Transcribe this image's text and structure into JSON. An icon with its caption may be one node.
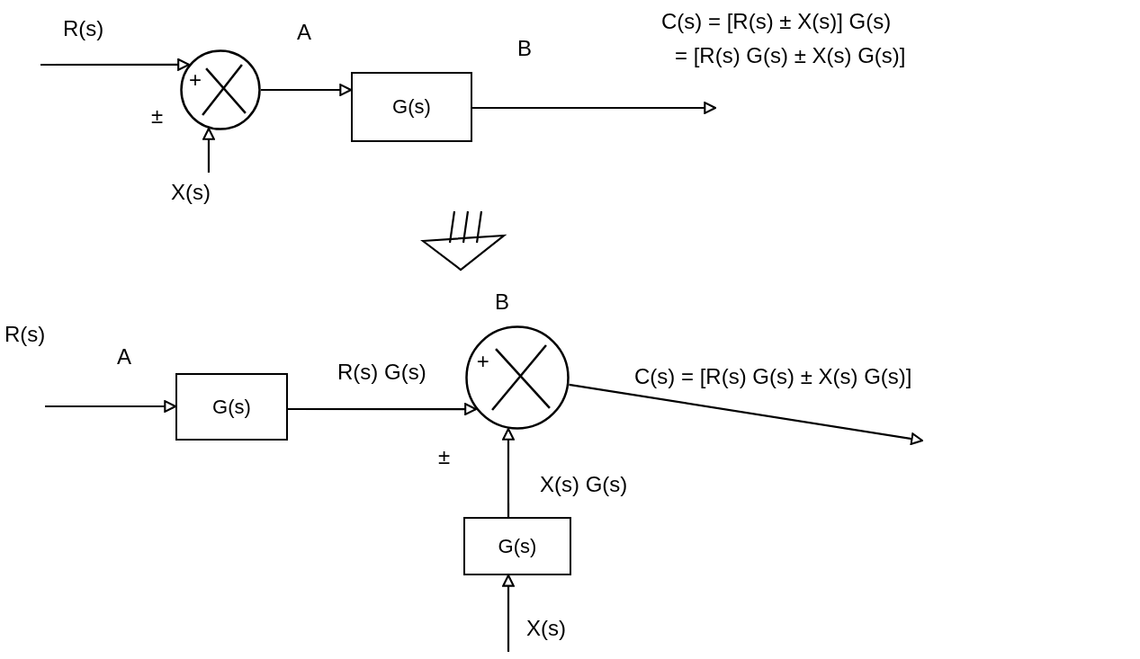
{
  "diagram": {
    "nodes": [
      {
        "text": [
          "+"
        ],
        "beside": [
          "±"
        ]
      },
      {
        "text": [
          "G(s)"
        ]
      },
      {
        "text": [
          "+"
        ],
        "beside": [
          "±"
        ]
      },
      {
        "text": [
          "G(s)"
        ]
      },
      {
        "text": [
          "G(s)"
        ]
      }
    ],
    "edges": [
      {
        "from": null,
        "to": 0,
        "arrow": "to",
        "label": "R(s)"
      },
      {
        "from": null,
        "to": 0,
        "arrow": "to",
        "label": "X(s)"
      },
      {
        "from": 0,
        "to": 1,
        "arrow": "to",
        "label": "A"
      },
      {
        "from": 1,
        "to": null,
        "arrow": "to",
        "label": "B"
      },
      {
        "from": null,
        "to": 3,
        "arrow": "to",
        "label": "R(s)"
      },
      {
        "from": 3,
        "to": 2,
        "arrow": "to",
        "label": "R(s) G(s)"
      },
      {
        "from": 2,
        "to": null,
        "arrow": "to"
      },
      {
        "from": 4,
        "to": 2,
        "arrow": "to",
        "label": "X(s) G(s)"
      },
      {
        "from": null,
        "to": 4,
        "arrow": "to",
        "label": "X(s)"
      }
    ],
    "labels": [
      "C(s) = [R(s) ± X(s)] G(s)",
      "= [R(s) G(s) ± X(s) G(s)]",
      "A",
      "B",
      "C(s) = [R(s) G(s) ± X(s) G(s)]"
    ]
  }
}
